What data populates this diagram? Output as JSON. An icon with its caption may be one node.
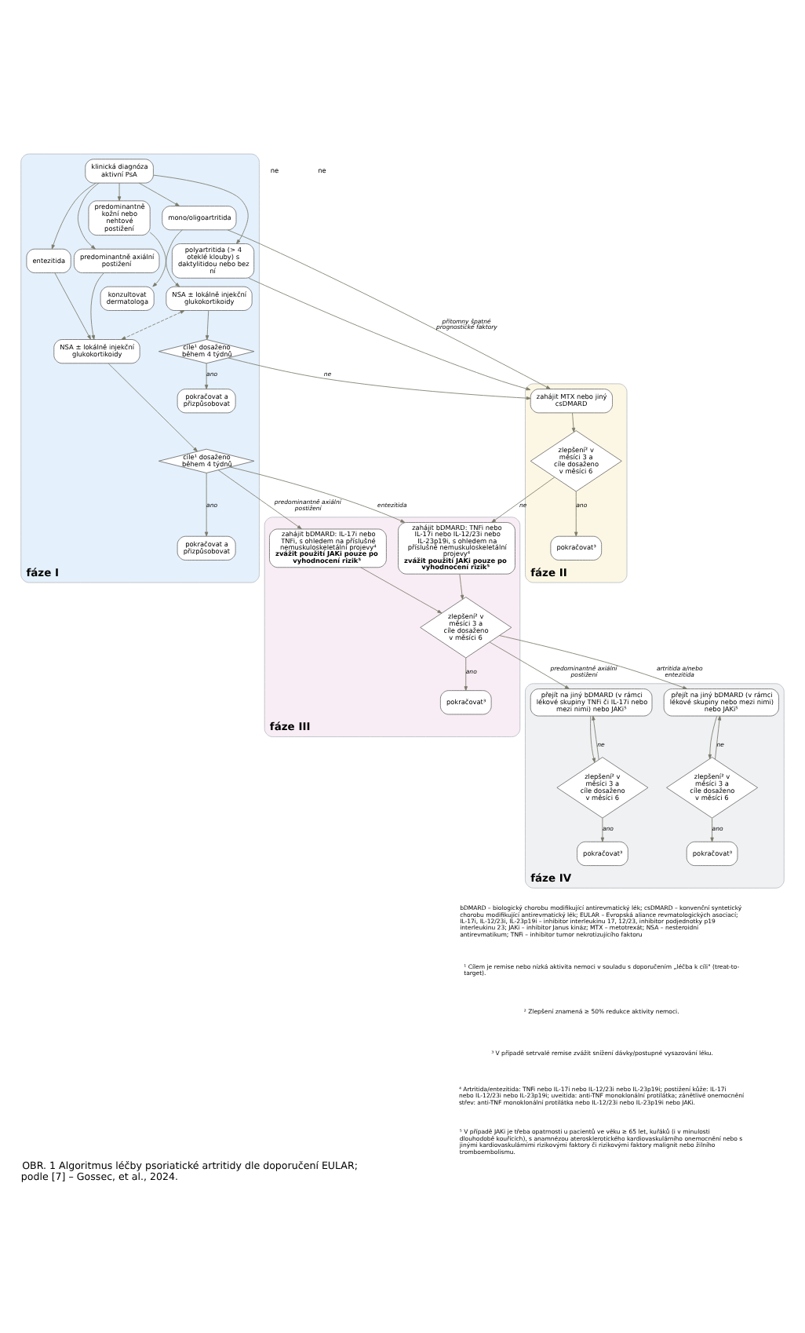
{
  "diagram": {
    "caption": "OBR. 1 Algoritmus léčby psoriatické artritidy dle doporučení EULAR; podle [7] – Gossec, et al., 2024.",
    "nodes": [
      {
        "text": [
          "fáze I"
        ]
      },
      {
        "text": [
          "klinická diagnóza aktivní PsA"
        ],
        "in": 0
      },
      {
        "text": [
          "polyartritida (> 4 oteklé klouby) s daktylitidou nebo bez ní"
        ],
        "in": 0
      },
      {
        "text": [
          "mono/oligoartritida"
        ],
        "in": 0
      },
      {
        "text": [
          "entezitida"
        ],
        "in": 0
      },
      {
        "text": [
          "predominantně axiální postižení"
        ],
        "in": 0
      },
      {
        "text": [
          "predominantně kožní nebo nehtové postižení"
        ],
        "in": 0
      },
      {
        "text": [
          "konzultovat dermatologa"
        ],
        "in": 0
      },
      {
        "text": [
          "NSA ± lokálně injekční glukokortikoidy"
        ],
        "in": 0
      },
      {
        "text": [
          "NSA ± lokálně injekční glukokortikoidy"
        ],
        "in": 0
      },
      {
        "text": [
          "cíle¹ dosaženo během 4 týdnů"
        ],
        "in": 0
      },
      {
        "text": [
          "pokračovat a přizpůsobovat"
        ],
        "in": 0
      },
      {
        "text": [
          "cíle¹ dosaženo během 4 týdnů"
        ],
        "in": 0
      },
      {
        "text": [
          "pokračovat a přizpůsobovat"
        ],
        "in": 0
      },
      {
        "text": [
          "fáze II"
        ]
      },
      {
        "text": [
          "zahájit MTX nebo jiný csDMARD"
        ],
        "in": 14
      },
      {
        "text": [
          "zlepšení² v měsíci 3 a cíle dosaženo v měsíci 6"
        ],
        "in": 14
      },
      {
        "text": [
          "pokračovat³"
        ],
        "in": 14
      },
      {
        "text": [
          "fáze III"
        ]
      },
      {
        "text": [
          "zahájit bDMARD: TNFi nebo IL-17i nebo IL-12/23i nebo IL-23p19i, s ohledem na příslušné nemuskuloskeletální projevy⁴",
          "zvážit použití JAKi pouze po vyhodnocení rizik⁵"
        ],
        "in": 18
      },
      {
        "text": [
          "zahájit bDMARD: IL-17i nebo TNFi, s ohledem na příslušné nemuskuloskeletální projevy⁴",
          "zvážit použití JAKi pouze po vyhodnocení rizik⁵"
        ],
        "in": 18
      },
      {
        "text": [
          "zlepšení² v měsíci 3 a cíle dosaženo v měsíci 6"
        ],
        "in": 18
      },
      {
        "text": [
          "pokračovat³"
        ],
        "in": 18
      },
      {
        "text": [
          "fáze IV"
        ]
      },
      {
        "text": [
          "přejít na jiný bDMARD (v rámci lékové skupiny nebo mezi nimi) nebo JAKi⁵"
        ],
        "in": 23
      },
      {
        "text": [
          "zlepšení² v měsíci 3 a cíle dosaženo v měsíci 6"
        ],
        "in": 23
      },
      {
        "text": [
          "pokračovat³"
        ],
        "in": 23
      },
      {
        "text": [
          "přejít na jiný bDMARD (v rámci lékové skupiny TNFi či IL-17i nebo mezi nimi) nebo JAKi⁵"
        ],
        "in": 23
      },
      {
        "text": [
          "zlepšení² v měsíci 3 a cíle dosaženo v měsíci 6"
        ],
        "in": 23
      },
      {
        "text": [
          "pokračovat³"
        ],
        "in": 23
      }
    ],
    "edges": [
      {
        "from": 1,
        "to": 2,
        "arrow": "to"
      },
      {
        "from": 1,
        "to": 3,
        "arrow": "to"
      },
      {
        "from": 1,
        "to": 4,
        "arrow": "to"
      },
      {
        "from": 1,
        "to": 5,
        "arrow": "to"
      },
      {
        "from": 1,
        "to": 6,
        "arrow": "to"
      },
      {
        "from": 6,
        "to": 7,
        "arrow": "to"
      },
      {
        "from": 3,
        "to": 15,
        "arrow": "to",
        "label": "přítomny špatné prognostické faktory"
      },
      {
        "from": 3,
        "to": 8,
        "arrow": "to"
      },
      {
        "from": 4,
        "to": 9,
        "arrow": "to"
      },
      {
        "from": 5,
        "to": 9,
        "arrow": "to"
      },
      {
        "from": 8,
        "to": 9,
        "arrow": "both",
        "style": "dashed"
      },
      {
        "from": 8,
        "to": 10,
        "arrow": "to"
      },
      {
        "from": 9,
        "to": 12,
        "arrow": "to"
      },
      {
        "from": 10,
        "to": 11,
        "arrow": "to",
        "label": "ano"
      },
      {
        "from": 12,
        "to": 13,
        "arrow": "to",
        "label": "ano"
      },
      {
        "from": 2,
        "to": 15,
        "arrow": "to"
      },
      {
        "from": 10,
        "to": 15,
        "arrow": "to",
        "label": "ne"
      },
      {
        "from": 12,
        "to": 19,
        "arrow": "to",
        "label": "entezitida"
      },
      {
        "from": 12,
        "to": 20,
        "arrow": "to",
        "label": "predominantně axiální postižení"
      },
      {
        "from": 15,
        "to": 16,
        "arrow": "to"
      },
      {
        "from": 16,
        "to": 17,
        "arrow": "to",
        "label": "ano"
      },
      {
        "from": 16,
        "to": 19,
        "arrow": "to",
        "label": "ne"
      },
      {
        "from": 19,
        "to": 21,
        "arrow": "to"
      },
      {
        "from": 20,
        "to": 21,
        "arrow": "to"
      },
      {
        "from": 21,
        "to": 22,
        "arrow": "to",
        "label": "ano"
      },
      {
        "from": 21,
        "to": 24,
        "arrow": "to",
        "label": "artritida a/nebo entezitida"
      },
      {
        "from": 21,
        "to": 27,
        "arrow": "to",
        "label": "predominantně axiální postižení"
      },
      {
        "from": 24,
        "to": 25,
        "arrow": "to"
      },
      {
        "from": 25,
        "to": 26,
        "arrow": "to",
        "label": "ano"
      },
      {
        "from": 25,
        "to": 24,
        "arrow": "to",
        "label": "ne"
      },
      {
        "from": 27,
        "to": 28,
        "arrow": "to"
      },
      {
        "from": 28,
        "to": 29,
        "arrow": "to",
        "label": "ano"
      },
      {
        "from": 28,
        "to": 27,
        "arrow": "to",
        "label": "ne"
      }
    ],
    "labels": [
      "ne",
      "ne",
      "bDMARD – biologický chorobu modifikující antirevmatický lék; csDMARD – konvenční syntetický chorobu modifikující antirevmatický lék; EULAR – Evropská aliance revmatologických asociací; IL-17i, IL-12/23i, IL-23p19i – inhibitor interleukinu 17, 12/23, inhibitor podjednotky p19 interleukinu 23; JAKi – inhibitor Janus kináz; MTX – metotrexát; NSA – nesteroidní antirevmatikum; TNFi – inhibitor tumor nekrotizujícího faktoru",
      "¹ Cílem je remise nebo nízká aktivita nemoci v souladu s doporučením „léčba k cíli\" (treat-to-target).",
      "² Zlepšení znamená ≥ 50% redukce aktivity nemoci.",
      "³ V případě setrvalé remise zvážit snížení dávky/postupné vysazování léku.",
      "⁴ Artritida/entezitida: TNFi nebo IL-17i nebo IL-12/23i nebo IL-23p19i; postižení kůže: IL-17i nebo IL-12/23i nebo IL-23p19i; uveitida: anti-TNF monoklonální protilátka; zánětlivé onemocnění střev: anti-TNF monoklonální protilátka nebo IL-12/23i nebo IL-23p19i nebo JAKi.",
      "⁵ V případě JAKi je třeba opatrnosti u pacientů ve věku ≥ 65 let, kuřáků (i v minulosti dlouhodobě kouřících), s anamnézou aterosklerotického kardiovaskulárního onemocnění nebo s jinými kardiovaskulárními rizikovými faktory či rizikovými faktory malignit nebo žilního tromboembolismu."
    ]
  }
}
